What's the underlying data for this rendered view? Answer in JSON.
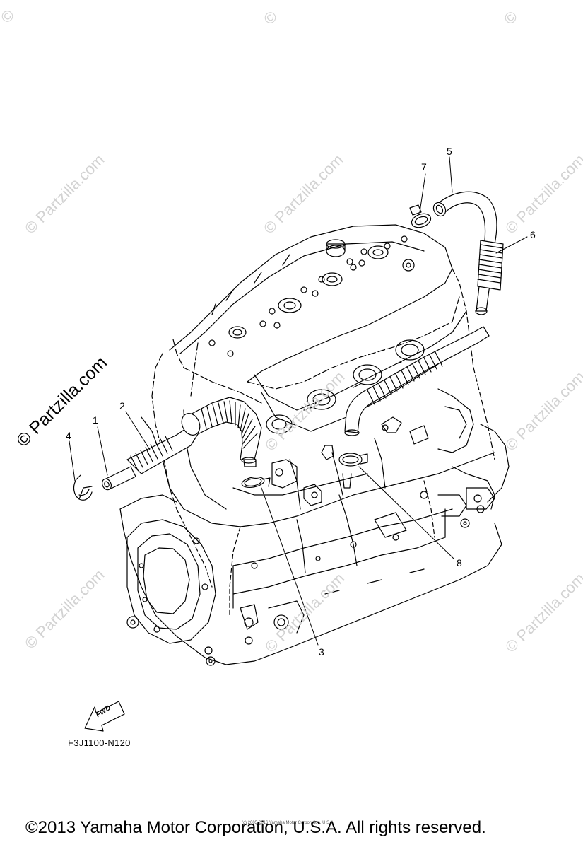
{
  "watermark": {
    "text": "© Partzilla.com",
    "copy_text": "©"
  },
  "callouts": [
    "1",
    "2",
    "3",
    "4",
    "5",
    "6",
    "7",
    "8"
  ],
  "fwd_label": "FWD",
  "diagram_code": "F3J1100-N120",
  "small_copyright": "(c) 2005-2016 Yamaha Motor Corporation, U.S.A.",
  "copyright": "©2013 Yamaha Motor Corporation, U.S.A. All rights reserved.",
  "colors": {
    "line": "#000000",
    "watermark": "#d2d2d2",
    "background": "#ffffff"
  }
}
